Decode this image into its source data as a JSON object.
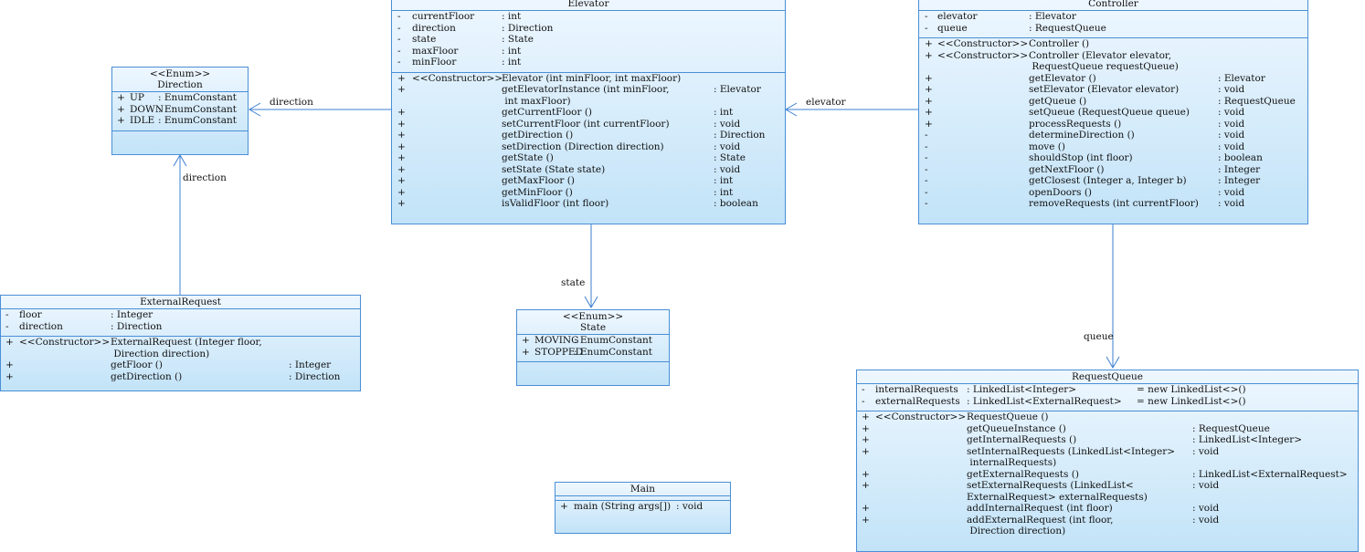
{
  "diagram": {
    "classes": {
      "elevator": {
        "name": "Elevator",
        "attributes": [
          {
            "vis": "-",
            "name": "currentFloor",
            "type": ": int"
          },
          {
            "vis": "-",
            "name": "direction",
            "type": ": Direction"
          },
          {
            "vis": "-",
            "name": "state",
            "type": ": State"
          },
          {
            "vis": "-",
            "name": "maxFloor",
            "type": ": int"
          },
          {
            "vis": "-",
            "name": "minFloor",
            "type": ": int"
          }
        ],
        "operations": [
          {
            "vis": "+",
            "stereo": "<<Constructor>>",
            "name": "Elevator (int minFloor, int maxFloor)",
            "type": ""
          },
          {
            "vis": "+",
            "stereo": "",
            "name": "getElevatorInstance (int minFloor,",
            "type": ": Elevator"
          },
          {
            "vis": "",
            "stereo": "",
            "name": " int maxFloor)",
            "type": ""
          },
          {
            "vis": "+",
            "stereo": "",
            "name": "getCurrentFloor ()",
            "type": ": int"
          },
          {
            "vis": "+",
            "stereo": "",
            "name": "setCurrentFloor (int currentFloor)",
            "type": ": void"
          },
          {
            "vis": "+",
            "stereo": "",
            "name": "getDirection ()",
            "type": ": Direction"
          },
          {
            "vis": "+",
            "stereo": "",
            "name": "setDirection (Direction direction)",
            "type": ": void"
          },
          {
            "vis": "+",
            "stereo": "",
            "name": "getState ()",
            "type": ": State"
          },
          {
            "vis": "+",
            "stereo": "",
            "name": "setState (State state)",
            "type": ": void"
          },
          {
            "vis": "+",
            "stereo": "",
            "name": "getMaxFloor ()",
            "type": ": int"
          },
          {
            "vis": "+",
            "stereo": "",
            "name": "getMinFloor ()",
            "type": ": int"
          },
          {
            "vis": "+",
            "stereo": "",
            "name": "isValidFloor (int floor)",
            "type": ": boolean"
          }
        ]
      },
      "controller": {
        "name": "Controller",
        "attributes": [
          {
            "vis": "-",
            "name": "elevator",
            "type": ": Elevator"
          },
          {
            "vis": "-",
            "name": "queue",
            "type": ": RequestQueue"
          }
        ],
        "operations": [
          {
            "vis": "+",
            "stereo": "<<Constructor>>",
            "name": "Controller ()",
            "type": ""
          },
          {
            "vis": "+",
            "stereo": "<<Constructor>>",
            "name": "Controller (Elevator elevator,",
            "type": ""
          },
          {
            "vis": "",
            "stereo": "",
            "name": " RequestQueue requestQueue)",
            "type": ""
          },
          {
            "vis": "+",
            "stereo": "",
            "name": "getElevator ()",
            "type": ": Elevator"
          },
          {
            "vis": "+",
            "stereo": "",
            "name": "setElevator (Elevator elevator)",
            "type": ": void"
          },
          {
            "vis": "+",
            "stereo": "",
            "name": "getQueue ()",
            "type": ": RequestQueue"
          },
          {
            "vis": "+",
            "stereo": "",
            "name": "setQueue (RequestQueue queue)",
            "type": ": void"
          },
          {
            "vis": "+",
            "stereo": "",
            "name": "processRequests ()",
            "type": ": void"
          },
          {
            "vis": "-",
            "stereo": "",
            "name": "determineDirection ()",
            "type": ": void"
          },
          {
            "vis": "-",
            "stereo": "",
            "name": "move ()",
            "type": ": void"
          },
          {
            "vis": "-",
            "stereo": "",
            "name": "shouldStop (int floor)",
            "type": ": boolean"
          },
          {
            "vis": "-",
            "stereo": "",
            "name": "getNextFloor ()",
            "type": ": Integer"
          },
          {
            "vis": "-",
            "stereo": "",
            "name": "getClosest (Integer a, Integer b)",
            "type": ": Integer"
          },
          {
            "vis": "-",
            "stereo": "",
            "name": "openDoors ()",
            "type": ": void"
          },
          {
            "vis": "-",
            "stereo": "",
            "name": "removeRequests (int currentFloor)",
            "type": ": void"
          }
        ]
      },
      "direction": {
        "stereotype": "<<Enum>>",
        "name": "Direction",
        "attributes": [
          {
            "vis": "+",
            "name": "UP",
            "type": ": EnumConstant"
          },
          {
            "vis": "+",
            "name": "DOWN",
            "type": ": EnumConstant"
          },
          {
            "vis": "+",
            "name": "IDLE",
            "type": ": EnumConstant"
          }
        ]
      },
      "state": {
        "stereotype": "<<Enum>>",
        "name": "State",
        "attributes": [
          {
            "vis": "+",
            "name": "MOVING",
            "type": ": EnumConstant"
          },
          {
            "vis": "+",
            "name": "STOPPED",
            "type": ": EnumConstant"
          }
        ]
      },
      "external_request": {
        "name": "ExternalRequest",
        "attributes": [
          {
            "vis": "-",
            "name": "floor",
            "type": ": Integer"
          },
          {
            "vis": "-",
            "name": "direction",
            "type": ": Direction"
          }
        ],
        "operations": [
          {
            "vis": "+",
            "stereo": "<<Constructor>>",
            "name": "ExternalRequest (Integer floor,",
            "type": ""
          },
          {
            "vis": "",
            "stereo": "",
            "name": " Direction direction)",
            "type": ""
          },
          {
            "vis": "+",
            "stereo": "",
            "name": "getFloor ()",
            "type": ": Integer"
          },
          {
            "vis": "+",
            "stereo": "",
            "name": "getDirection ()",
            "type": ": Direction"
          }
        ]
      },
      "request_queue": {
        "name": "RequestQueue",
        "attributes": [
          {
            "vis": "-",
            "name": "internalRequests",
            "type": ": LinkedList<Integer>",
            "init": "= new LinkedList<>()"
          },
          {
            "vis": "-",
            "name": "externalRequests",
            "type": ": LinkedList<ExternalRequest>",
            "init": "= new LinkedList<>()"
          }
        ],
        "operations": [
          {
            "vis": "+",
            "stereo": "<<Constructor>>",
            "name": "RequestQueue ()",
            "type": ""
          },
          {
            "vis": "+",
            "stereo": "",
            "name": "getQueueInstance ()",
            "type": ": RequestQueue"
          },
          {
            "vis": "+",
            "stereo": "",
            "name": "getInternalRequests ()",
            "type": ": LinkedList<Integer>"
          },
          {
            "vis": "+",
            "stereo": "",
            "name": "setInternalRequests (LinkedList<Integer>",
            "type": ": void"
          },
          {
            "vis": "",
            "stereo": "",
            "name": " internalRequests)",
            "type": ""
          },
          {
            "vis": "+",
            "stereo": "",
            "name": "getExternalRequests ()",
            "type": ": LinkedList<ExternalRequest>"
          },
          {
            "vis": "+",
            "stereo": "",
            "name": "setExternalRequests (LinkedList<",
            "type": ": void"
          },
          {
            "vis": "",
            "stereo": "",
            "name": "ExternalRequest> externalRequests)",
            "type": ""
          },
          {
            "vis": "+",
            "stereo": "",
            "name": "addInternalRequest (int floor)",
            "type": ": void"
          },
          {
            "vis": "+",
            "stereo": "",
            "name": "addExternalRequest (int floor,",
            "type": ": void"
          },
          {
            "vis": "",
            "stereo": "",
            "name": " Direction direction)",
            "type": ""
          }
        ]
      },
      "main": {
        "name": "Main",
        "operations": [
          {
            "vis": "+",
            "stereo": "",
            "name": "main (String args[])",
            "type": ": void"
          }
        ]
      }
    },
    "associations": {
      "elevator_direction": "direction",
      "external_direction": "direction",
      "elevator_state": "state",
      "controller_elevator": "elevator",
      "controller_queue": "queue"
    }
  }
}
